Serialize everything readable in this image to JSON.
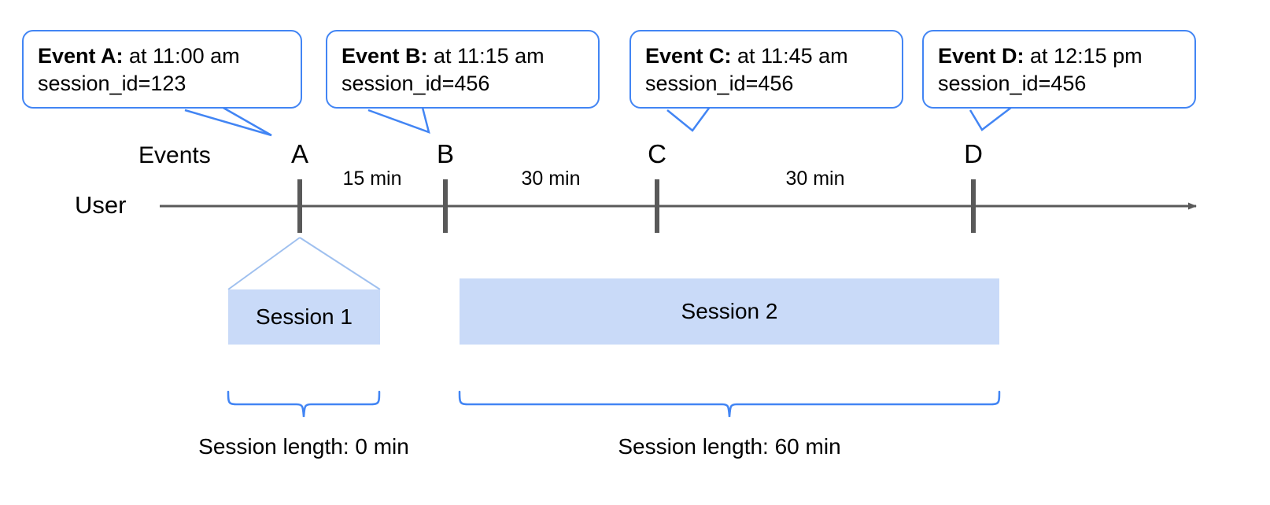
{
  "diagram": {
    "row_labels": {
      "events": "Events",
      "user": "User"
    },
    "callouts": [
      {
        "name": "Event A:",
        "time": " at 11:00 am",
        "session_id": "session_id=123"
      },
      {
        "name": "Event B:",
        "time": " at 11:15 am",
        "session_id": "session_id=456"
      },
      {
        "name": "Event C:",
        "time": " at 11:45 am",
        "session_id": "session_id=456"
      },
      {
        "name": "Event D:",
        "time": " at 12:15 pm",
        "session_id": "session_id=456"
      }
    ],
    "markers": [
      {
        "letter": "A"
      },
      {
        "letter": "B"
      },
      {
        "letter": "C"
      },
      {
        "letter": "D"
      }
    ],
    "gaps": [
      {
        "label": "15 min"
      },
      {
        "label": "30 min"
      },
      {
        "label": "30 min"
      }
    ],
    "sessions": [
      {
        "label": "Session 1",
        "length_label": "Session length: 0 min"
      },
      {
        "label": "Session 2",
        "length_label": "Session length: 60 min"
      }
    ],
    "colors": {
      "callout_border": "#4285f4",
      "session_fill": "#c9daf8",
      "session_outline": "#9fc0ef",
      "axis": "#595959",
      "brace": "#4285f4"
    }
  }
}
